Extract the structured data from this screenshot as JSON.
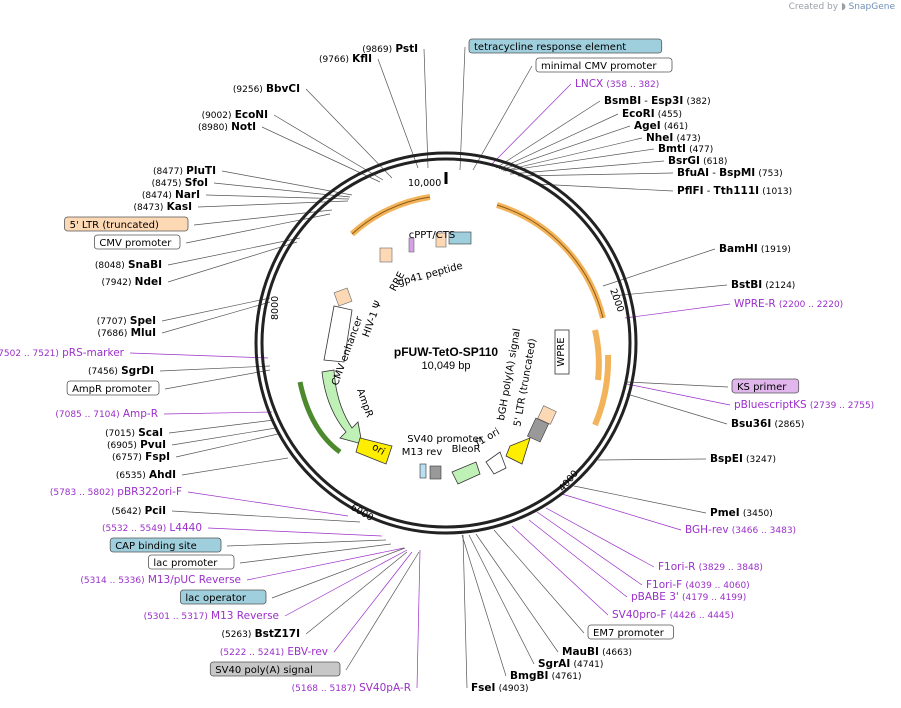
{
  "credit": {
    "created_by": "Created by",
    "brand": "SnapGene"
  },
  "plasmid": {
    "name": "pFUW-TetO-SP110",
    "size": "10,049 bp"
  },
  "ticks": [
    "10,000",
    "2000",
    "4000",
    "6000",
    "8000"
  ],
  "colors": {
    "enzyme": "#000000",
    "primer": "#9b2fc9",
    "arrow_orange": "#f3b35a",
    "arrow_green": "#bff0b5",
    "arrow_yellow": "#ffee00",
    "box_blue": "#9fcfdd",
    "box_peach": "#fdd8b5",
    "box_purple": "#e0b6ec",
    "box_gray": "#c7c7c7"
  },
  "labels": [
    {
      "pos": "(9869)",
      "name": "PstI",
      "kind": "enzyme"
    },
    {
      "pos": "(9766)",
      "name": "KflI",
      "kind": "enzyme"
    },
    {
      "pos": "(9256)",
      "name": "BbvCI",
      "kind": "enzyme"
    },
    {
      "pos": "(9002)",
      "name": "EcoNI",
      "kind": "enzyme"
    },
    {
      "pos": "(8980)",
      "name": "NotI",
      "kind": "enzyme"
    },
    {
      "pos": "(8477)",
      "name": "PluTI",
      "kind": "enzyme"
    },
    {
      "pos": "(8475)",
      "name": "SfoI",
      "kind": "enzyme"
    },
    {
      "pos": "(8474)",
      "name": "NarI",
      "kind": "enzyme"
    },
    {
      "pos": "(8473)",
      "name": "KasI",
      "kind": "enzyme"
    },
    {
      "name": "5' LTR (truncated)",
      "kind": "box",
      "fill": "peach"
    },
    {
      "name": "CMV promoter",
      "kind": "box",
      "fill": "white"
    },
    {
      "pos": "(8048)",
      "name": "SnaBI",
      "kind": "enzyme"
    },
    {
      "pos": "(7942)",
      "name": "NdeI",
      "kind": "enzyme"
    },
    {
      "pos": "(7707)",
      "name": "SpeI",
      "kind": "enzyme"
    },
    {
      "pos": "(7686)",
      "name": "MluI",
      "kind": "enzyme"
    },
    {
      "pos": "(7502 .. 7521)",
      "name": "pRS-marker",
      "kind": "primer"
    },
    {
      "pos": "(7456)",
      "name": "SgrDI",
      "kind": "enzyme"
    },
    {
      "name": "AmpR promoter",
      "kind": "box",
      "fill": "white"
    },
    {
      "pos": "(7085 .. 7104)",
      "name": "Amp-R",
      "kind": "primer"
    },
    {
      "pos": "(7015)",
      "name": "ScaI",
      "kind": "enzyme"
    },
    {
      "pos": "(6905)",
      "name": "PvuI",
      "kind": "enzyme"
    },
    {
      "pos": "(6757)",
      "name": "FspI",
      "kind": "enzyme"
    },
    {
      "pos": "(6535)",
      "name": "AhdI",
      "kind": "enzyme"
    },
    {
      "pos": "(5783 .. 5802)",
      "name": "pBR322ori-F",
      "kind": "primer"
    },
    {
      "pos": "(5642)",
      "name": "PciI",
      "kind": "enzyme"
    },
    {
      "pos": "(5532 .. 5549)",
      "name": "L4440",
      "kind": "primer"
    },
    {
      "name": "CAP binding site",
      "kind": "box",
      "fill": "blue"
    },
    {
      "name": "lac promoter",
      "kind": "box",
      "fill": "white"
    },
    {
      "pos": "(5314 .. 5336)",
      "name": "M13/pUC Reverse",
      "kind": "primer"
    },
    {
      "name": "lac operator",
      "kind": "box",
      "fill": "blue"
    },
    {
      "pos": "(5301 .. 5317)",
      "name": "M13 Reverse",
      "kind": "primer"
    },
    {
      "pos": "(5263)",
      "name": "BstZ17I",
      "kind": "enzyme"
    },
    {
      "pos": "(5222 .. 5241)",
      "name": "EBV-rev",
      "kind": "primer"
    },
    {
      "name": "SV40 poly(A) signal",
      "kind": "box",
      "fill": "gray"
    },
    {
      "pos": "(5168 .. 5187)",
      "name": "SV40pA-R",
      "kind": "primer"
    },
    {
      "name": "tetracycline response element",
      "kind": "box",
      "fill": "blue"
    },
    {
      "name": "minimal CMV promoter",
      "kind": "box",
      "fill": "white"
    },
    {
      "name": "LNCX",
      "pos": "(358 .. 382)",
      "kind": "primer"
    },
    {
      "name": "BsmBI",
      "name2": "Esp3I",
      "pos": "(382)",
      "kind": "enzyme"
    },
    {
      "name": "EcoRI",
      "pos": "(455)",
      "kind": "enzyme"
    },
    {
      "name": "AgeI",
      "pos": "(461)",
      "kind": "enzyme"
    },
    {
      "name": "NheI",
      "pos": "(473)",
      "kind": "enzyme"
    },
    {
      "name": "BmtI",
      "pos": "(477)",
      "kind": "enzyme"
    },
    {
      "name": "BsrGI",
      "pos": "(618)",
      "kind": "enzyme"
    },
    {
      "name": "BfuAI",
      "name2": "BspMI",
      "pos": "(753)",
      "kind": "enzyme"
    },
    {
      "name": "PflFI",
      "name2": "Tth111I",
      "pos": "(1013)",
      "kind": "enzyme"
    },
    {
      "name": "BamHI",
      "pos": "(1919)",
      "kind": "enzyme"
    },
    {
      "name": "BstBI",
      "pos": "(2124)",
      "kind": "enzyme"
    },
    {
      "name": "WPRE-R",
      "pos": "(2200 .. 2220)",
      "kind": "primer"
    },
    {
      "name": "KS primer",
      "kind": "box",
      "fill": "purple"
    },
    {
      "name": "pBluescriptKS",
      "pos": "(2739 .. 2755)",
      "kind": "primer"
    },
    {
      "name": "Bsu36I",
      "pos": "(2865)",
      "kind": "enzyme"
    },
    {
      "name": "BspEI",
      "pos": "(3247)",
      "kind": "enzyme"
    },
    {
      "name": "PmeI",
      "pos": "(3450)",
      "kind": "enzyme"
    },
    {
      "name": "BGH-rev",
      "pos": "(3466 .. 3483)",
      "kind": "primer"
    },
    {
      "name": "F1ori-R",
      "pos": "(3829 .. 3848)",
      "kind": "primer"
    },
    {
      "name": "F1ori-F",
      "pos": "(4039 .. 4060)",
      "kind": "primer"
    },
    {
      "name": "pBABE 3'",
      "pos": "(4179 .. 4199)",
      "kind": "primer"
    },
    {
      "name": "SV40pro-F",
      "pos": "(4426 .. 4445)",
      "kind": "primer"
    },
    {
      "name": "EM7 promoter",
      "kind": "box",
      "fill": "white"
    },
    {
      "name": "MauBI",
      "pos": "(4663)",
      "kind": "enzyme"
    },
    {
      "name": "SgrAI",
      "pos": "(4741)",
      "kind": "enzyme"
    },
    {
      "name": "BmgBI",
      "pos": "(4761)",
      "kind": "enzyme"
    },
    {
      "name": "FseI",
      "pos": "(4903)",
      "kind": "enzyme"
    }
  ],
  "inner_labels": [
    "cPPT/CTS",
    "RRE",
    "gp41 peptide",
    "HIV-1 Ψ",
    "CMV enhancer",
    "AmpR",
    "ori",
    "SV40 promoter",
    "M13 rev",
    "BleoR",
    "f1 ori",
    "bGH poly(A) signal",
    "5' LTR (truncated)",
    "WPRE"
  ]
}
